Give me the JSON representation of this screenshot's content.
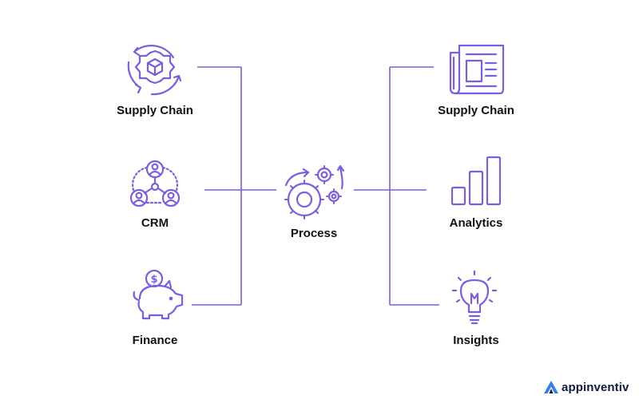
{
  "colors": {
    "accent": "#7b5ce5",
    "text": "#111111",
    "brand": "#0d1b3d",
    "brand_mark": "#2f7ff0"
  },
  "inputs": [
    {
      "label": "Supply Chain",
      "icon": "gear-cube-cycle-icon"
    },
    {
      "label": "CRM",
      "icon": "network-people-icon"
    },
    {
      "label": "Finance",
      "icon": "piggy-bank-icon"
    }
  ],
  "center": {
    "label": "Process",
    "icon": "gears-icon"
  },
  "outputs": [
    {
      "label": "Supply Chain",
      "icon": "newspaper-icon"
    },
    {
      "label": "Analytics",
      "icon": "bar-chart-icon"
    },
    {
      "label": "Insights",
      "icon": "lightbulb-icon"
    }
  ],
  "brand": {
    "name": "appinventiv",
    "icon": "appinventiv-logo-icon"
  }
}
